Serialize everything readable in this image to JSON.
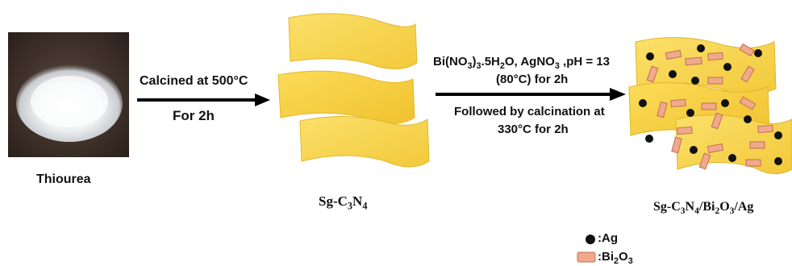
{
  "labels": {
    "thiourea": "Thiourea",
    "step1_line1": "Calcined at 500°C",
    "step1_line2": "For 2h",
    "step2_line1_a": "Bi(NO",
    "step2_line1_sub1": "3",
    "step2_line1_b": ")",
    "step2_line1_sub2": "3",
    "step2_line1_c": ".5H",
    "step2_line1_sub3": "2",
    "step2_line1_d": "O,  AgNO",
    "step2_line1_sub4": "3",
    "step2_line1_e": " ,pH = 13",
    "step2_line2": "(80°C) for 2h",
    "step2_line3": "Followed by calcination at",
    "step2_line4": "330°C for 2h",
    "sgc3n4": {
      "a": "Sg-C",
      "s1": "3",
      "b": "N",
      "s2": "4"
    },
    "product": {
      "a": "Sg-C",
      "s1": "3",
      "b": "N",
      "s2": "4",
      "c": "/Bi",
      "s3": "2",
      "d": "O",
      "s4": "3",
      "e": "/Ag"
    }
  },
  "legend": {
    "ag_label": ":Ag",
    "bi_label_a": ":Bi",
    "bi_label_s1": "2",
    "bi_label_b": "O",
    "bi_label_s2": "3"
  },
  "colors": {
    "sheet_fill": "#f7d548",
    "sheet_edge": "#e0b52a",
    "ag_particle": "#111111",
    "bi2o3_particle": "#f0a98a",
    "bi2o3_edge": "#c0705a",
    "arrow": "#000000"
  }
}
